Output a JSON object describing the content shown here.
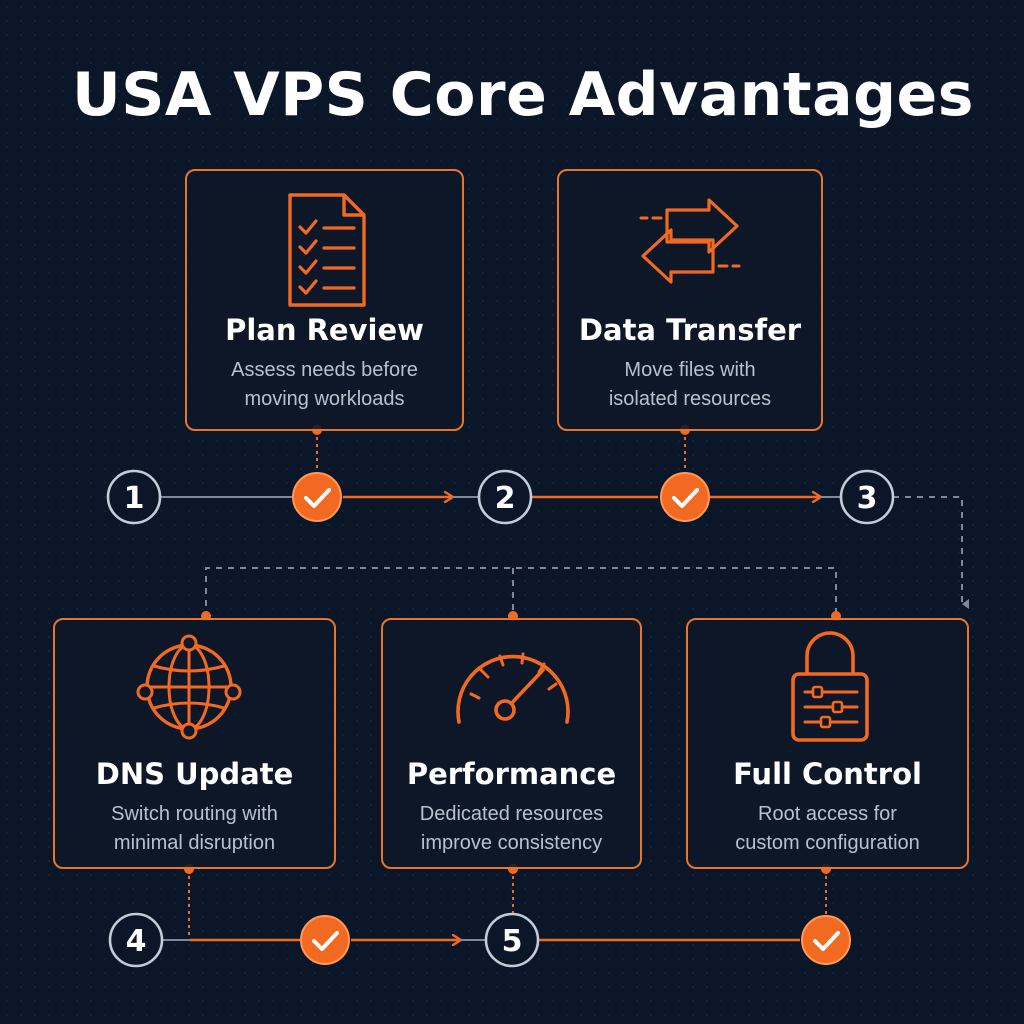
{
  "title": "USA VPS Core Advantages",
  "colors": {
    "background": "#0b1628",
    "accent": "#f26a21",
    "card_border": "#e8762a",
    "line": "#7d8a9e",
    "text": "#ffffff",
    "muted_text": "#b9c1cd"
  },
  "steps": [
    {
      "number": "1"
    },
    {
      "number": "2"
    },
    {
      "number": "3"
    },
    {
      "number": "4"
    },
    {
      "number": "5"
    }
  ],
  "cards": [
    {
      "title": "Plan Review",
      "desc_line1": "Assess needs before",
      "desc_line2": "moving workloads",
      "icon": "checklist-icon"
    },
    {
      "title": "Data Transfer",
      "desc_line1": "Move files with",
      "desc_line2": "isolated resources",
      "icon": "transfer-arrows-icon"
    },
    {
      "title": "DNS Update",
      "desc_line1": "Switch routing with",
      "desc_line2": "minimal disruption",
      "icon": "globe-icon"
    },
    {
      "title": "Performance",
      "desc_line1": "Dedicated resources",
      "desc_line2": "improve consistency",
      "icon": "speedometer-icon"
    },
    {
      "title": "Full Control",
      "desc_line1": "Root access for",
      "desc_line2": "custom configuration",
      "icon": "lock-sliders-icon"
    }
  ],
  "checkpoints": [
    {
      "icon": "check-icon"
    },
    {
      "icon": "check-icon"
    },
    {
      "icon": "check-icon"
    },
    {
      "icon": "check-icon"
    }
  ]
}
